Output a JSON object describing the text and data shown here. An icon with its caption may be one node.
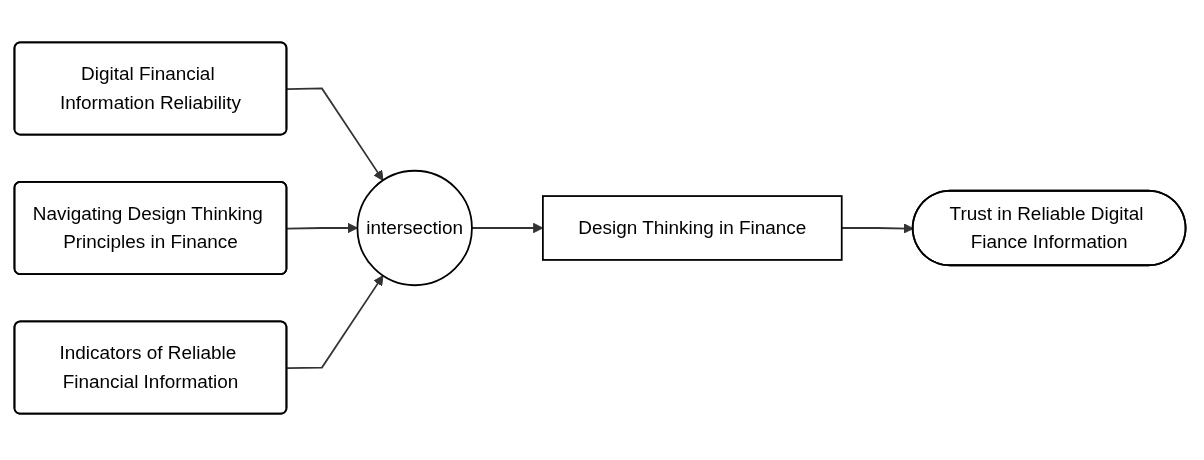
{
  "diagram": {
    "nodes": [
      {
        "text": [
          "Digital Financial Information Reliability"
        ]
      },
      {
        "text": [
          "Navigating Design Thinking Principles in Finance"
        ]
      },
      {
        "text": [
          "Indicators of Reliable Financial Information"
        ]
      },
      {
        "text": [
          "intersection"
        ]
      },
      {
        "text": [
          "Design Thinking in Finance"
        ]
      },
      {
        "text": [
          "Trust in Reliable Digital Fiance Information"
        ]
      }
    ],
    "edges": [
      {
        "from": 0,
        "to": 3,
        "arrow": "to"
      },
      {
        "from": 1,
        "to": 3,
        "arrow": "to"
      },
      {
        "from": 2,
        "to": 3,
        "arrow": "to"
      },
      {
        "from": 3,
        "to": 4,
        "arrow": "to"
      },
      {
        "from": 4,
        "to": 5,
        "arrow": "to"
      }
    ]
  }
}
